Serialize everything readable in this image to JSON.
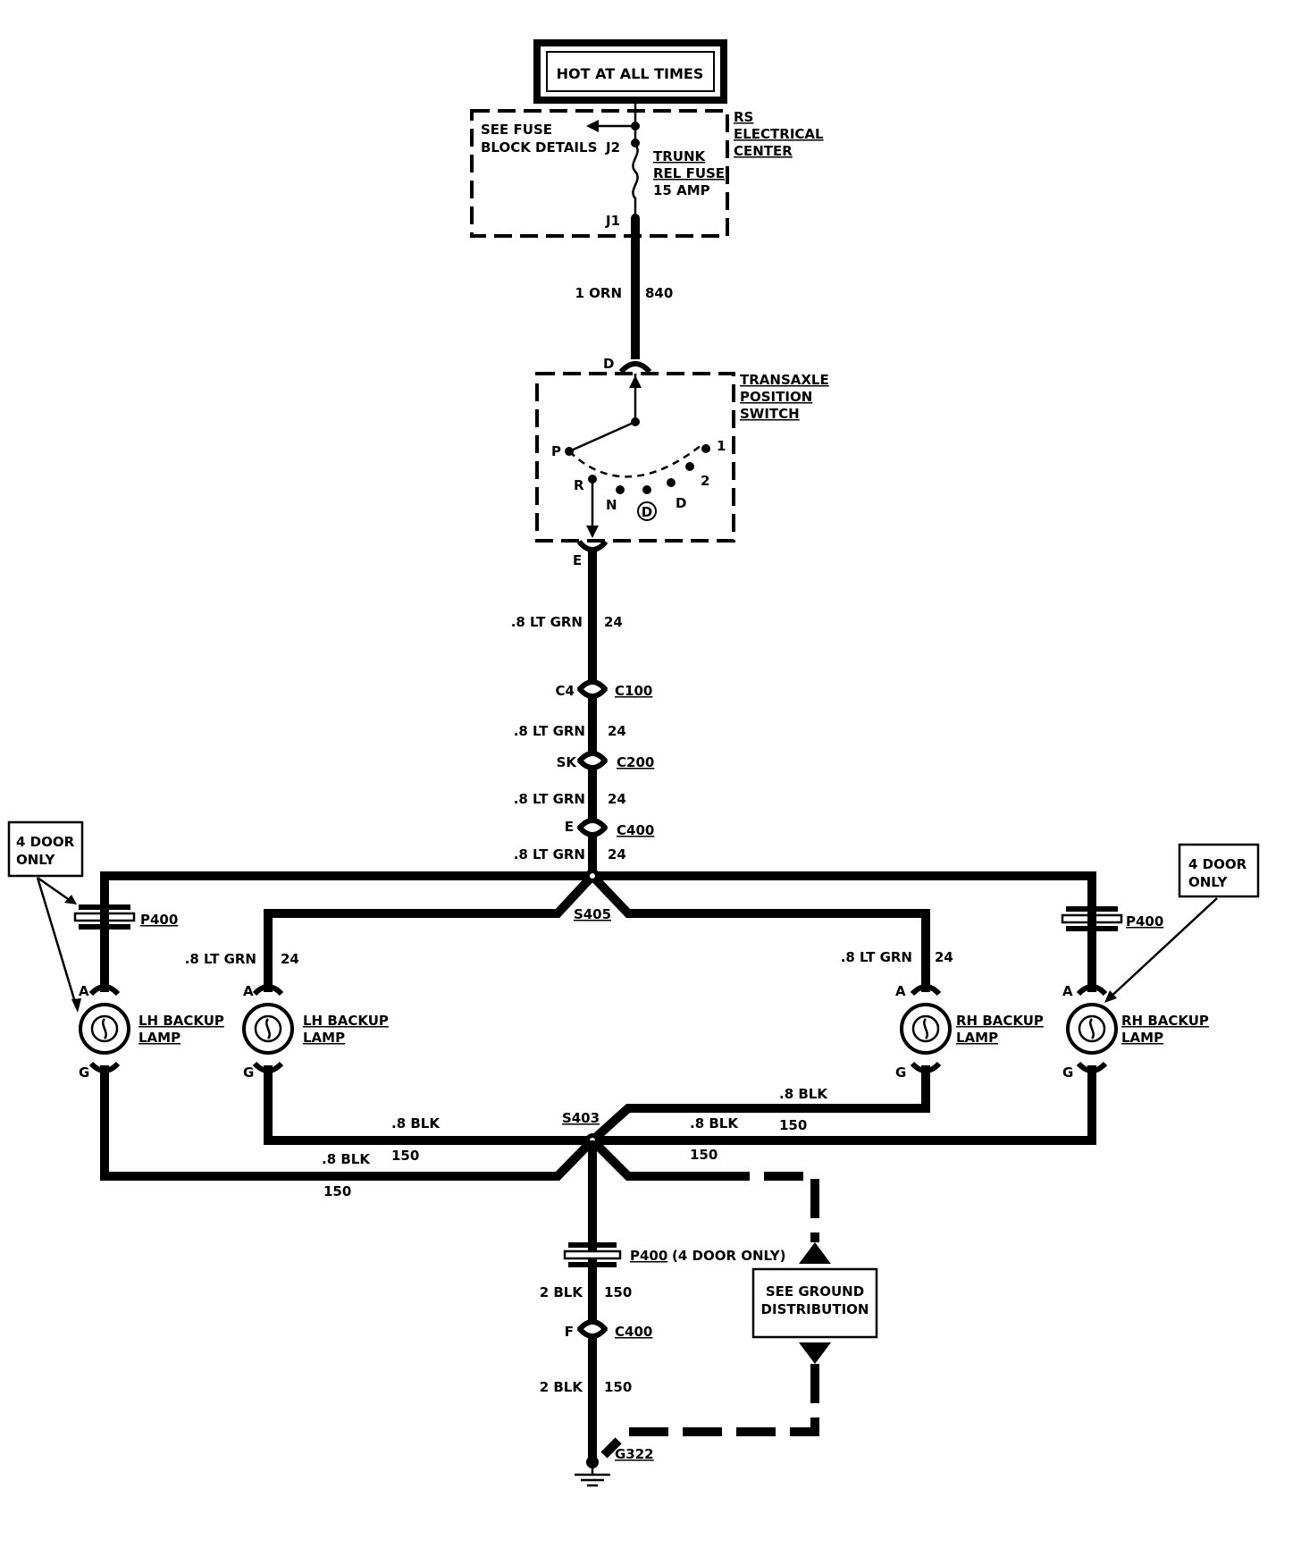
{
  "header": {
    "hot_at_all_times": "HOT AT ALL TIMES"
  },
  "fuse_block": {
    "see_fuse_line1": "SEE FUSE",
    "see_fuse_line2": "BLOCK DETAILS",
    "j2": "J2",
    "j1": "J1",
    "fuse_line1": "TRUNK",
    "fuse_line2": "REL FUSE",
    "fuse_line3": "15 AMP",
    "center_line1": "RS",
    "center_line2": "ELECTRICAL",
    "center_line3": "CENTER"
  },
  "wire_840": {
    "gauge_color": "1 ORN",
    "circuit": "840"
  },
  "switch": {
    "name_line1": "TRANSAXLE",
    "name_line2": "POSITION",
    "name_line3": "SWITCH",
    "pin_in": "D",
    "pin_out": "E",
    "pos_p": "P",
    "pos_r": "R",
    "pos_n": "N",
    "pos_od": "D",
    "pos_d": "D",
    "pos_2": "2",
    "pos_1": "1"
  },
  "wires_24": [
    {
      "gauge_color": ".8 LT GRN",
      "circuit": "24"
    },
    {
      "gauge_color": ".8 LT GRN",
      "circuit": "24"
    },
    {
      "gauge_color": ".8 LT GRN",
      "circuit": "24"
    },
    {
      "gauge_color": ".8 LT GRN",
      "circuit": "24"
    },
    {
      "gauge_color": ".8 LT GRN",
      "circuit": "24"
    },
    {
      "gauge_color": ".8 LT GRN",
      "circuit": "24"
    }
  ],
  "connectors": {
    "c100_pin": "C4",
    "c100": "C100",
    "c200_pin": "SK",
    "c200": "C200",
    "c400_pin": "E",
    "c400": "C400",
    "c400_ground_pin": "F",
    "c400_ground": "C400",
    "p400": "P400",
    "p400_ground": "P400",
    "p400_ground_note": "(4 DOOR ONLY)"
  },
  "splices": {
    "s405": "S405",
    "s403": "S403"
  },
  "notes": {
    "four_door_left_line1": "4 DOOR",
    "four_door_left_line2": "ONLY",
    "four_door_right_line1": "4 DOOR",
    "four_door_right_line2": "ONLY"
  },
  "lamps": [
    {
      "name_line1": "LH BACKUP",
      "name_line2": "LAMP",
      "pin_a": "A",
      "pin_g": "G"
    },
    {
      "name_line1": "LH BACKUP",
      "name_line2": "LAMP",
      "pin_a": "A",
      "pin_g": "G"
    },
    {
      "name_line1": "RH BACKUP",
      "name_line2": "LAMP",
      "pin_a": "A",
      "pin_g": "G"
    },
    {
      "name_line1": "RH BACKUP",
      "name_line2": "LAMP",
      "pin_a": "A",
      "pin_g": "G"
    }
  ],
  "ground_wires": {
    "blk_inner_left": ".8 BLK",
    "blk_outer_left": ".8 BLK",
    "c150_outer_left_a": "150",
    "c150_outer_left_b": "150",
    "blk_inner_right": ".8 BLK",
    "blk_outer_right": ".8 BLK",
    "c150_outer_right": "150",
    "c150_right_lower": "150",
    "main_1_gauge": "2 BLK",
    "main_1_circuit": "150",
    "main_2_gauge": "2 BLK",
    "main_2_circuit": "150",
    "ground": "G322"
  },
  "ground_dist": {
    "line1": "SEE GROUND",
    "line2": "DISTRIBUTION"
  }
}
